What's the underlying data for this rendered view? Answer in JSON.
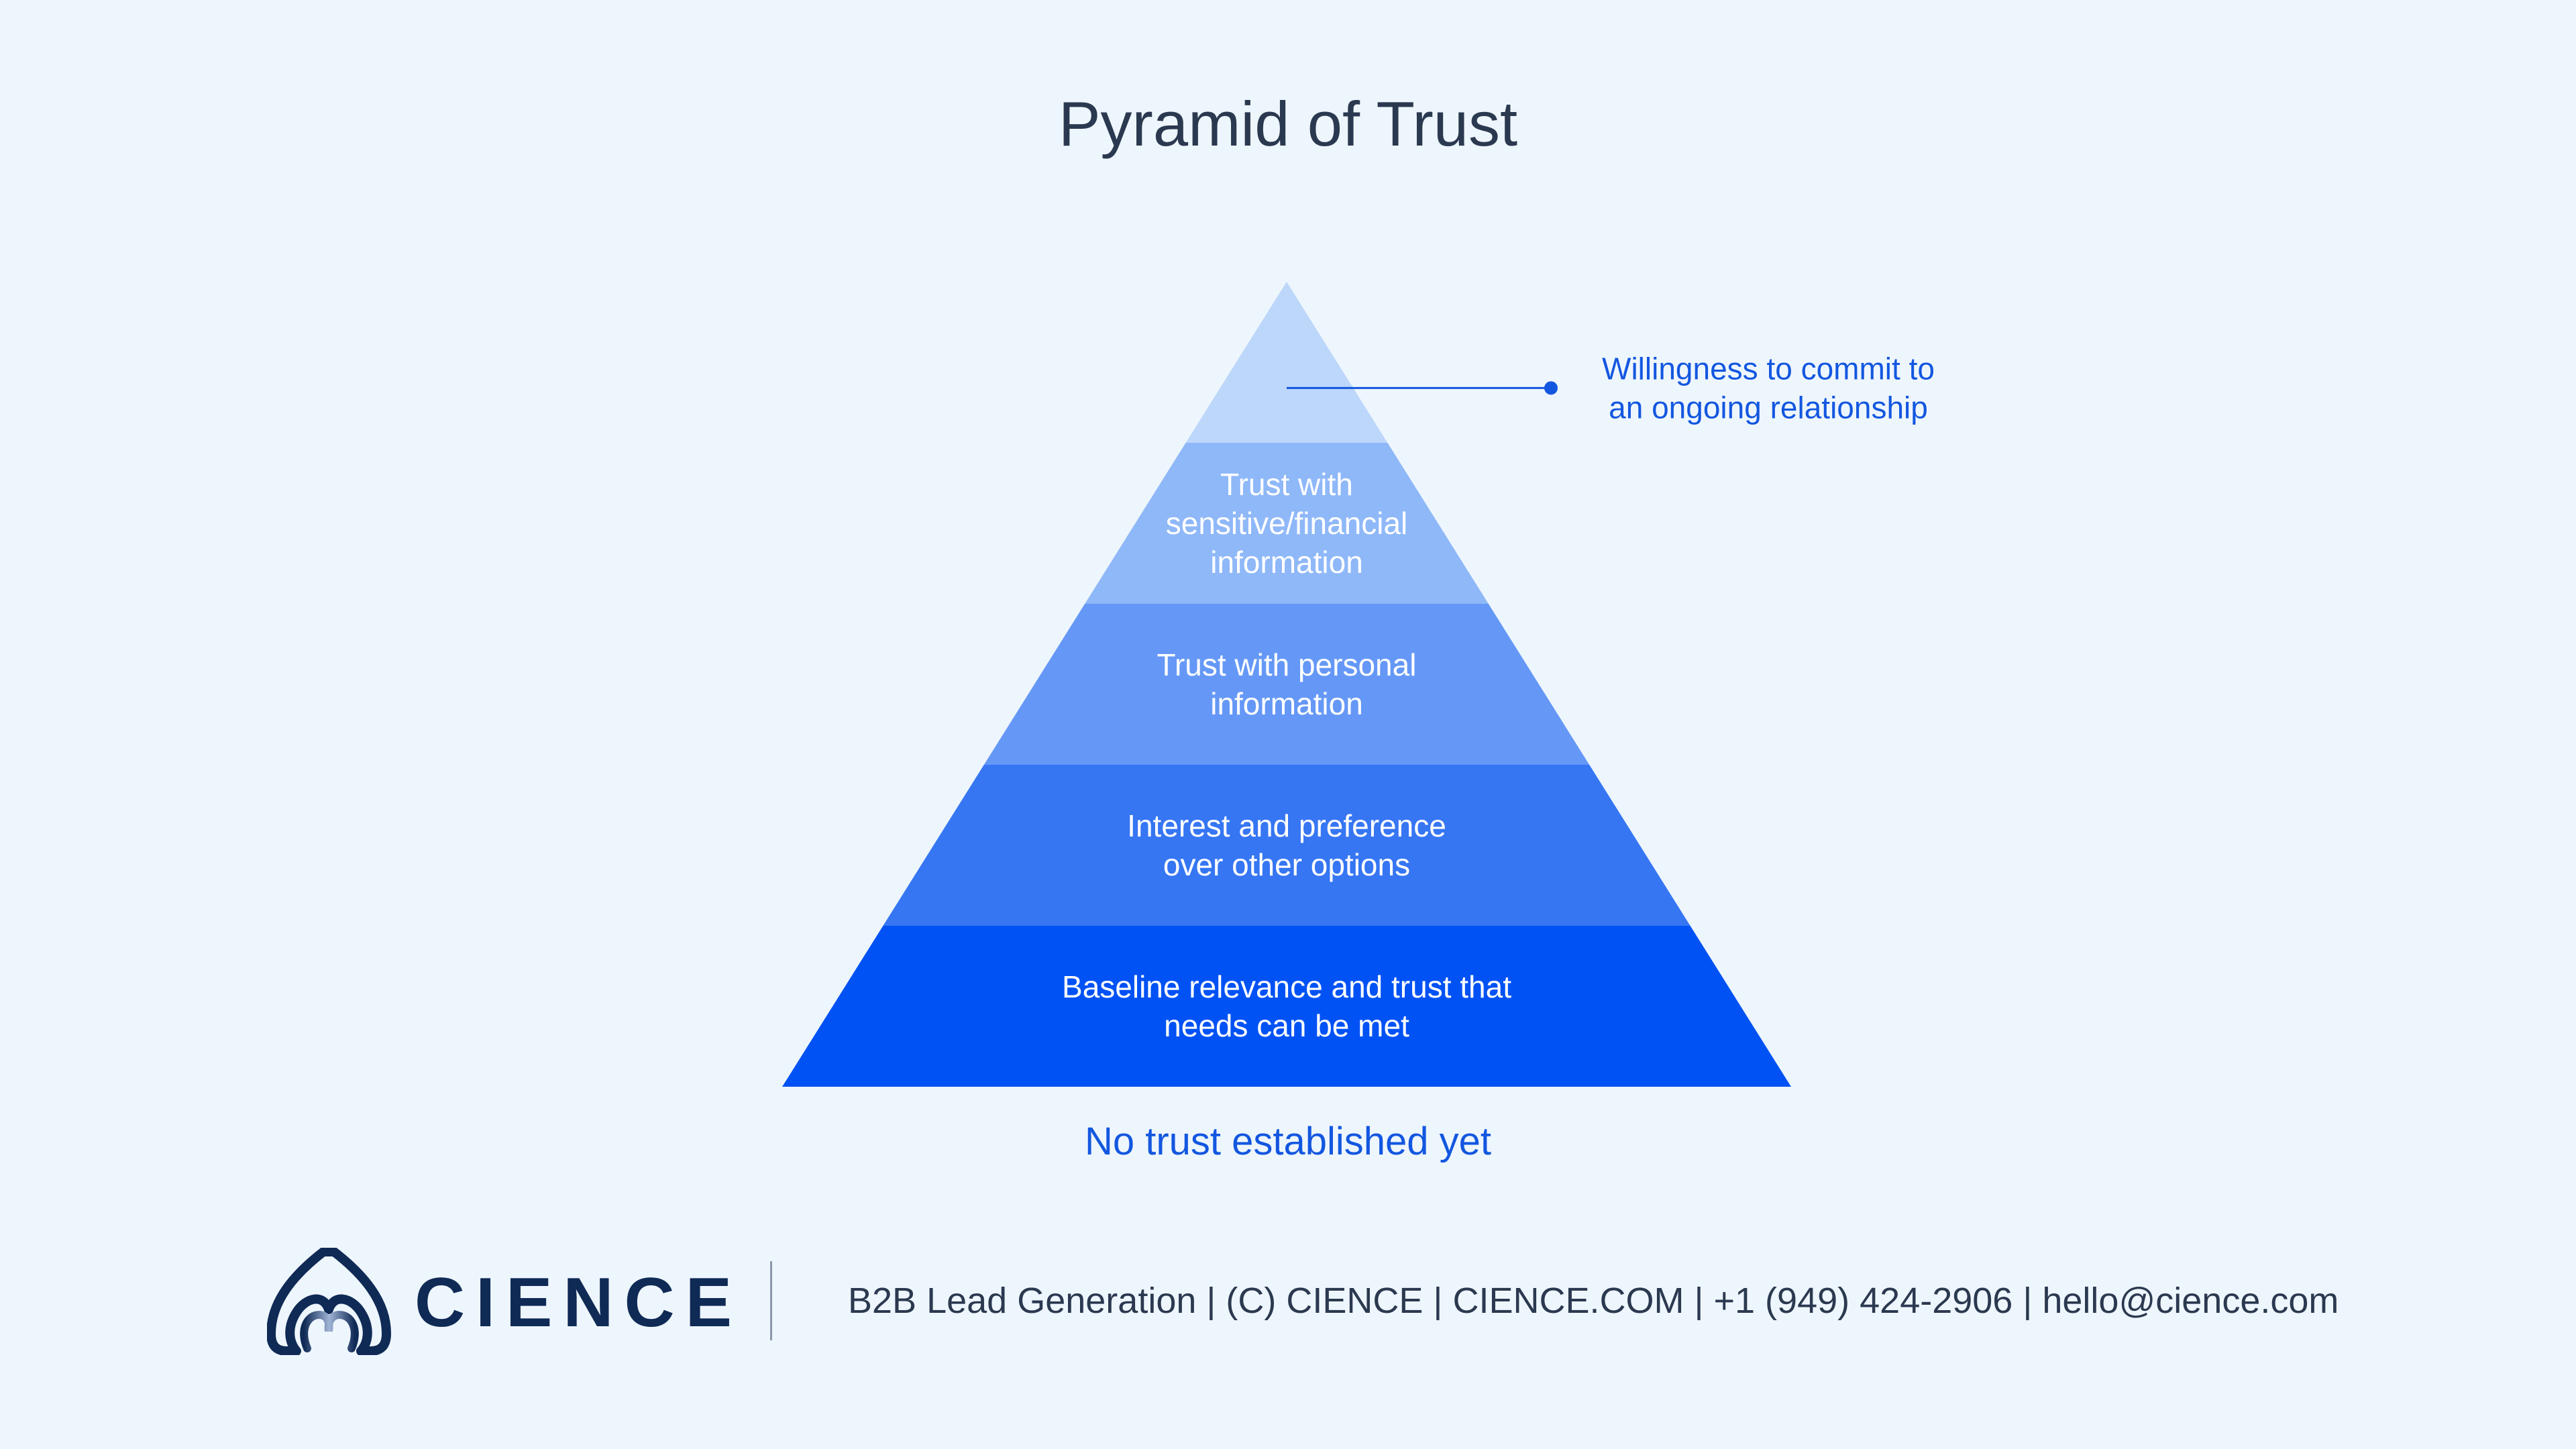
{
  "title": "Pyramid of Trust",
  "tiers": [
    {
      "lines": [
        "Willingness to commit to",
        "an ongoing relationship"
      ],
      "color": "#BDD7FB",
      "label_placement": "callout"
    },
    {
      "lines": [
        "Trust with",
        "sensitive/financial",
        "information"
      ],
      "color": "#8FB8F8"
    },
    {
      "lines": [
        "Trust with personal",
        "information"
      ],
      "color": "#6598F6"
    },
    {
      "lines": [
        "Interest and preference",
        "over other options"
      ],
      "color": "#3676F3"
    },
    {
      "lines": [
        "Baseline relevance and trust that",
        "needs can be met"
      ],
      "color": "#0052F4"
    }
  ],
  "base_caption": "No trust established yet",
  "colors": {
    "accent": "#1357E0",
    "heading": "#2B3950",
    "brand": "#0F2A55",
    "background": "#EEF6FD"
  },
  "footer": {
    "logo_icon": "cience-flame-logo-icon",
    "brand": "CIENCE",
    "info": "B2B Lead Generation | (C) CIENCE | CIENCE.COM | +1 (949) 424-2906 | hello@cience.com"
  }
}
